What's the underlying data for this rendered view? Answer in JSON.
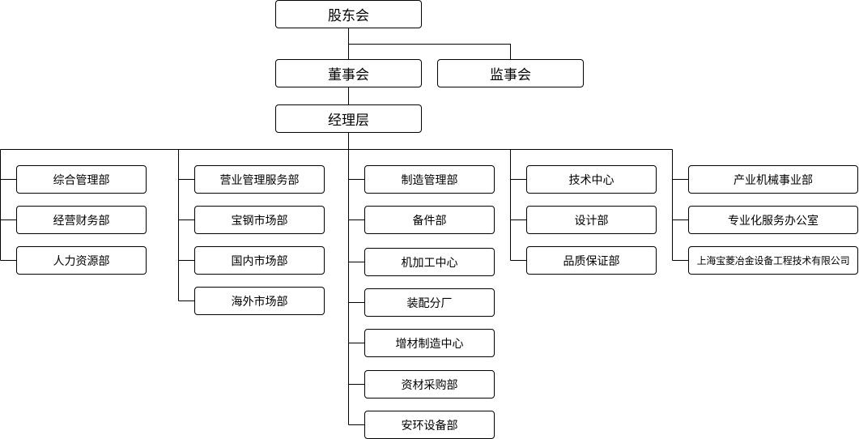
{
  "top": {
    "shareholders": "股东会",
    "board": "董事会",
    "supervisors": "监事会",
    "management": "经理层"
  },
  "columns": [
    {
      "items": [
        "综合管理部",
        "经营财务部",
        "人力资源部"
      ]
    },
    {
      "items": [
        "营业管理服务部",
        "宝钢市场部",
        "国内市场部",
        "海外市场部"
      ]
    },
    {
      "items": [
        "制造管理部",
        "备件部",
        "机加工中心",
        "装配分厂",
        "增材制造中心",
        "资材采购部",
        "安环设备部"
      ]
    },
    {
      "items": [
        "技术中心",
        "设计部",
        "品质保证部"
      ]
    },
    {
      "items": [
        "产业机械事业部",
        "专业化服务办公室",
        "上海宝菱冶金设备工程技术有限公司"
      ]
    }
  ]
}
